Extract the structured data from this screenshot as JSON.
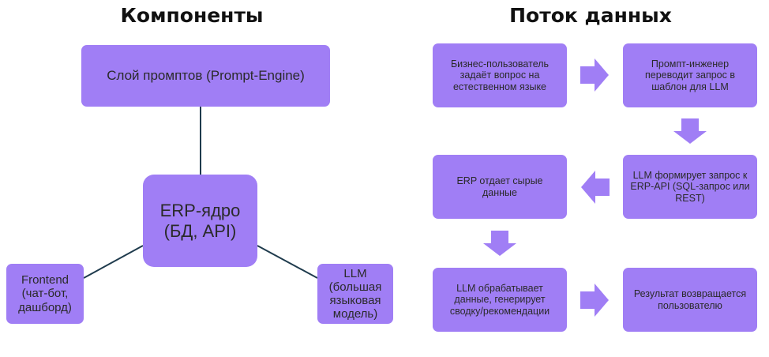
{
  "components": {
    "title": "Компоненты",
    "prompt_layer": "Слой промптов (Prompt-Engine)",
    "erp_core": "ERP-ядро (БД, API)",
    "frontend": "Frontend (чат-бот, дашборд)",
    "llm": "LLM (большая языковая модель)"
  },
  "flow": {
    "title": "Поток данных",
    "steps": [
      "Бизнес-пользователь задаёт вопрос на естественном языке",
      "Промпт-инженер переводит запрос в шаблон для LLM",
      "LLM формирует запрос к ERP-API (SQL-запрос или REST)",
      "ERP отдает сырые данные",
      "LLM обрабатывает данные, генерирует сводку/рекомендации",
      "Результат возвращается пользователю"
    ]
  },
  "colors": {
    "box_fill": "#a07ef5",
    "arrow_fill": "#a07ef5",
    "connector": "#1f3b4d"
  },
  "icons": [
    "arrow-right-icon",
    "arrow-down-icon",
    "arrow-left-icon"
  ]
}
